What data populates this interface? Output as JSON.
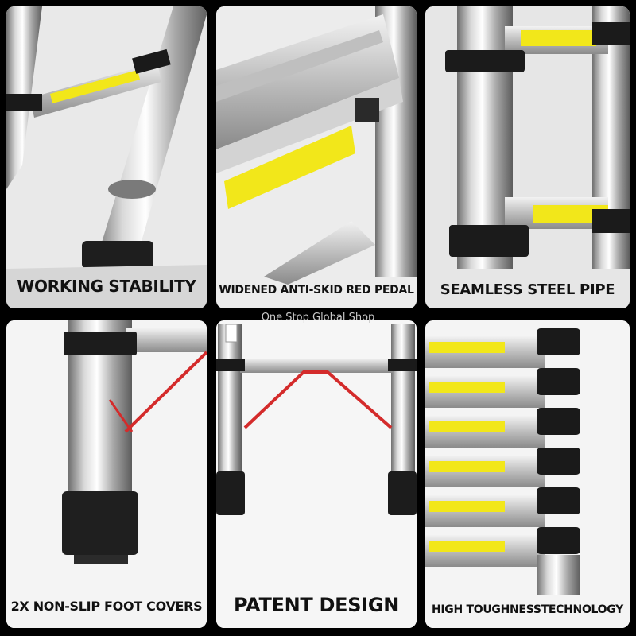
{
  "panels": [
    {
      "caption": "WORKING STABILITY",
      "icon": "ladder-joint-closeup"
    },
    {
      "caption": "WIDENED ANTI-SKID RED PEDAL",
      "icon": "ladder-pedal-closeup"
    },
    {
      "caption": "SEAMLESS STEEL PIPE",
      "icon": "ladder-pipe-closeup"
    },
    {
      "caption": "2X NON-SLIP FOOT COVERS",
      "icon": "ladder-foot-closeup"
    },
    {
      "caption": "PATENT DESIGN",
      "icon": "ladder-stabilizer-front"
    },
    {
      "caption": "HIGH TOUGHNESSTECHNOLOGY",
      "icon": "ladder-folded-stack"
    }
  ],
  "watermark": "One Stop Global Shop",
  "colors": {
    "background": "#000000",
    "panel": "#ffffff",
    "label_yellow": "#f2e71a",
    "brace_red": "#d42b2b",
    "aluminium": "#c8c8c8"
  }
}
